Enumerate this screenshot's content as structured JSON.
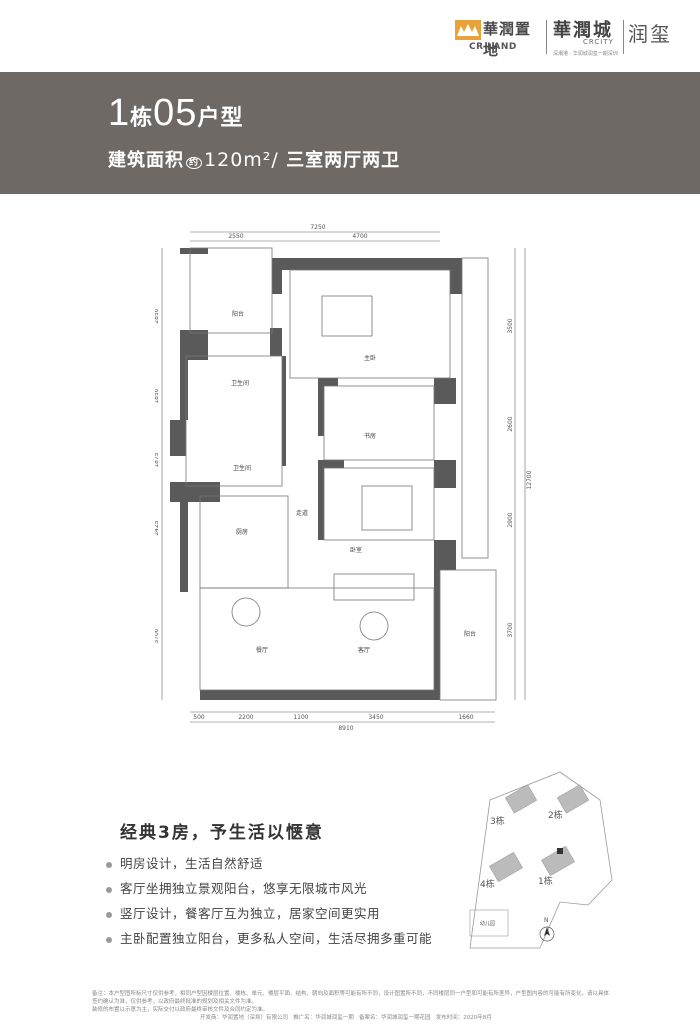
{
  "brand": {
    "cr_land_cn": "華潤置地",
    "cr_land_en": "CR LAND",
    "crcity_cn": "華潤城",
    "crcity_en": "CRCITY",
    "crcity_tagline": "深潮港 · 华润城润玺一期深圳",
    "project": "润玺"
  },
  "unit": {
    "building": "1",
    "building_suffix": "栋",
    "type_no": "05",
    "type_suffix": "户型",
    "area_label": "建筑面积",
    "approx": "约",
    "area_value": "120m²/",
    "layout": "三室两厅两卫"
  },
  "floorplan": {
    "dims_top_total": "7250",
    "dims_top": [
      "2550",
      "4700"
    ],
    "dims_left": [
      "2850",
      "1850",
      "1875",
      "2425",
      "3700"
    ],
    "dims_left_total": "12700",
    "dims_right": [
      "3500",
      "2600",
      "2900",
      "3700"
    ],
    "dims_right_total": "12700",
    "dims_bottom": [
      "500",
      "2200",
      "1100",
      "3450",
      "1660"
    ],
    "dims_bottom_total": "8910",
    "rooms": {
      "balcony_top": "阳台",
      "master_bedroom": "主卧",
      "bath1": "卫生间",
      "bath2": "卫生间",
      "study": "书房",
      "corridor": "走道",
      "kitchen": "厨房",
      "bedroom": "卧室",
      "dining": "餐厅",
      "living": "客厅",
      "balcony_side": "阳台"
    }
  },
  "selling_points": {
    "slogan": "经典3房，予生活以惬意",
    "items": [
      "明房设计，生活自然舒适",
      "客厅坐拥独立景观阳台，悠享无限城市风光",
      "竖厅设计，餐客厅互为独立，居家空间更实用",
      "主卧配置独立阳台，更多私人空间，生活尽拥多重可能"
    ]
  },
  "site_map": {
    "buildings": [
      "3栋",
      "2栋",
      "4栋",
      "1栋"
    ],
    "kindergarten": "幼儿园",
    "north": "N"
  },
  "footer": {
    "disclaimer": "备注：本户型图所标尺寸仅供参考，相同户型因楼层位置、楼栋、单元、楼层平面、结构、朝向及面积等可能有所不同，设计图置所不同，不同楼层同一户型和可能有所差异，户型图内容的可能有所变化，请以具体签约确认为准，仅供参考，以政府最终批准的规划及相关文件为准。",
    "disclaimer2": "装修的布置以示意为主，实际交付以政府最终审核文件及合同约定为准。",
    "developer": "开发商：华润置地（深圳）有限公司",
    "ad": "推广名：华润城润玺一期",
    "record": "备案名：华润城润玺一期花园",
    "date": "发布时间：2020年8月"
  },
  "colors": {
    "banner": "#6e6965",
    "wall": "#555555",
    "logo_orange": "#e8a23a"
  }
}
